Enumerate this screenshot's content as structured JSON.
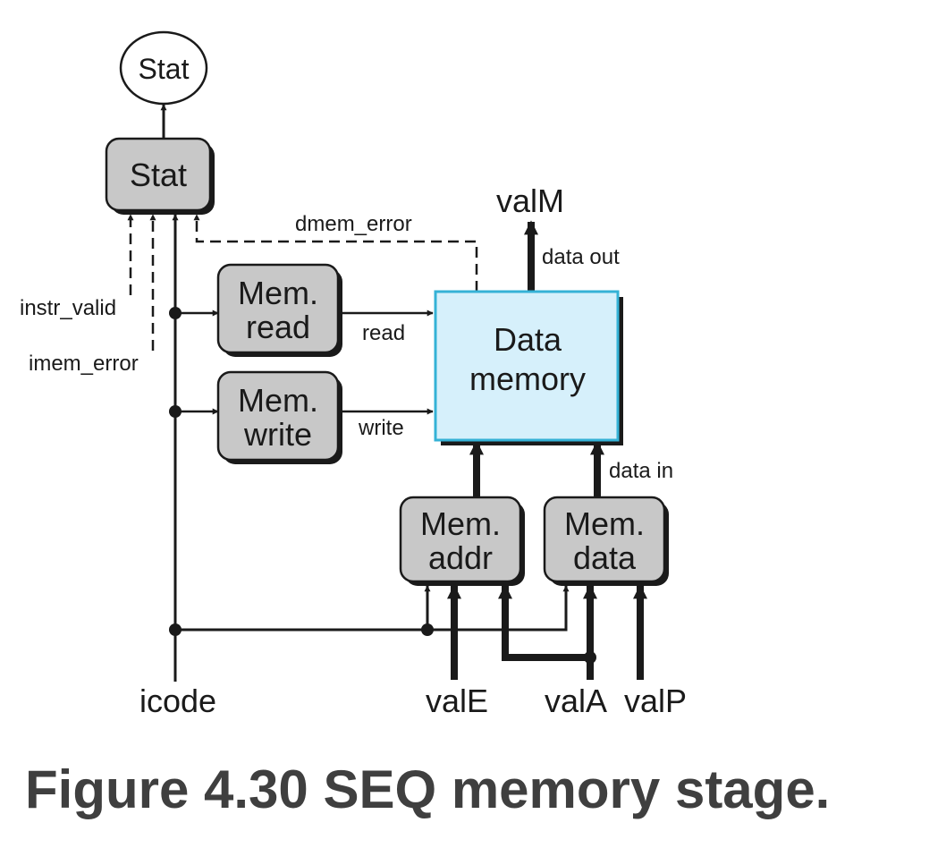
{
  "colors": {
    "block_fill": "#c8c8c8",
    "memory_fill": "#d6f0fb",
    "memory_border": "#35b2d6",
    "line": "#1a1a1a",
    "caption": "#3f3f3f"
  },
  "nodes": {
    "stat_output": "Stat",
    "stat_block": "Stat",
    "mem_read": [
      "Mem.",
      "read"
    ],
    "mem_write": [
      "Mem.",
      "write"
    ],
    "data_memory": [
      "Data",
      "memory"
    ],
    "mem_addr": [
      "Mem.",
      "addr"
    ],
    "mem_data": [
      "Mem.",
      "data"
    ]
  },
  "signals": {
    "dmem_error": "dmem_error",
    "valM": "valM",
    "data_out": "data out",
    "instr_valid": "instr_valid",
    "imem_error": "imem_error",
    "read": "read",
    "write": "write",
    "data_in": "data in",
    "icode": "icode",
    "valE": "valE",
    "valA": "valA",
    "valP": "valP"
  },
  "caption": "Figure 4.30 SEQ memory stage."
}
